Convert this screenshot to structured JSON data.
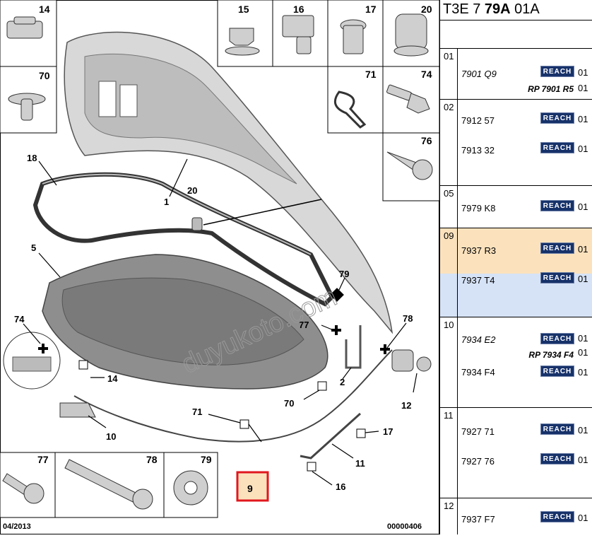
{
  "header": {
    "prefix": "T3E 7 ",
    "bold": "79A",
    "suffix": " 01A"
  },
  "diagram": {
    "watermark": "duyukoto.com",
    "date": "04/2013",
    "doc_number": "00000406",
    "callouts": [
      "14",
      "15",
      "16",
      "17",
      "20",
      "70",
      "71",
      "74",
      "76",
      "18",
      "1",
      "20",
      "5",
      "79",
      "77",
      "78",
      "74",
      "2",
      "70",
      "12",
      "14",
      "10",
      "71",
      "17",
      "11",
      "9",
      "16"
    ],
    "inset_labels": [
      "14",
      "15",
      "16",
      "17",
      "20",
      "70",
      "71",
      "74",
      "76",
      "77",
      "78",
      "79"
    ],
    "highlight_color": "#e1171e"
  },
  "groups": [
    {
      "num": "01",
      "rows": [
        {
          "code": "7901 Q9",
          "italic": true,
          "reach": "REACH",
          "qty": "01",
          "alt": "RP 7901 R5",
          "alt_qty": "01"
        }
      ]
    },
    {
      "num": "02",
      "rows": [
        {
          "code": "7912 57",
          "reach": "REACH",
          "qty": "01"
        },
        {
          "code": "7913 32",
          "reach": "REACH",
          "qty": "01"
        }
      ]
    },
    {
      "num": "05",
      "rows": [
        {
          "code": "7979 K8",
          "reach": "REACH",
          "qty": "01"
        }
      ]
    },
    {
      "num": "09",
      "rows": [
        {
          "code": "7937 R3",
          "reach": "REACH",
          "qty": "01"
        },
        {
          "code": "7937 T4",
          "reach": "REACH",
          "qty": "01"
        }
      ]
    },
    {
      "num": "10",
      "rows": [
        {
          "code": "7934 E2",
          "italic": true,
          "reach": "REACH",
          "qty": "01",
          "alt": "RP 7934 F4",
          "alt_qty": "01"
        },
        {
          "code": "7934 F4",
          "reach": "REACH",
          "qty": "01"
        }
      ]
    },
    {
      "num": "11",
      "rows": [
        {
          "code": "7927 71",
          "reach": "REACH",
          "qty": "01"
        },
        {
          "code": "7927 76",
          "reach": "REACH",
          "qty": "01"
        }
      ]
    },
    {
      "num": "12",
      "rows": [
        {
          "code": "7937 F7",
          "reach": "REACH",
          "qty": "01"
        }
      ]
    }
  ]
}
